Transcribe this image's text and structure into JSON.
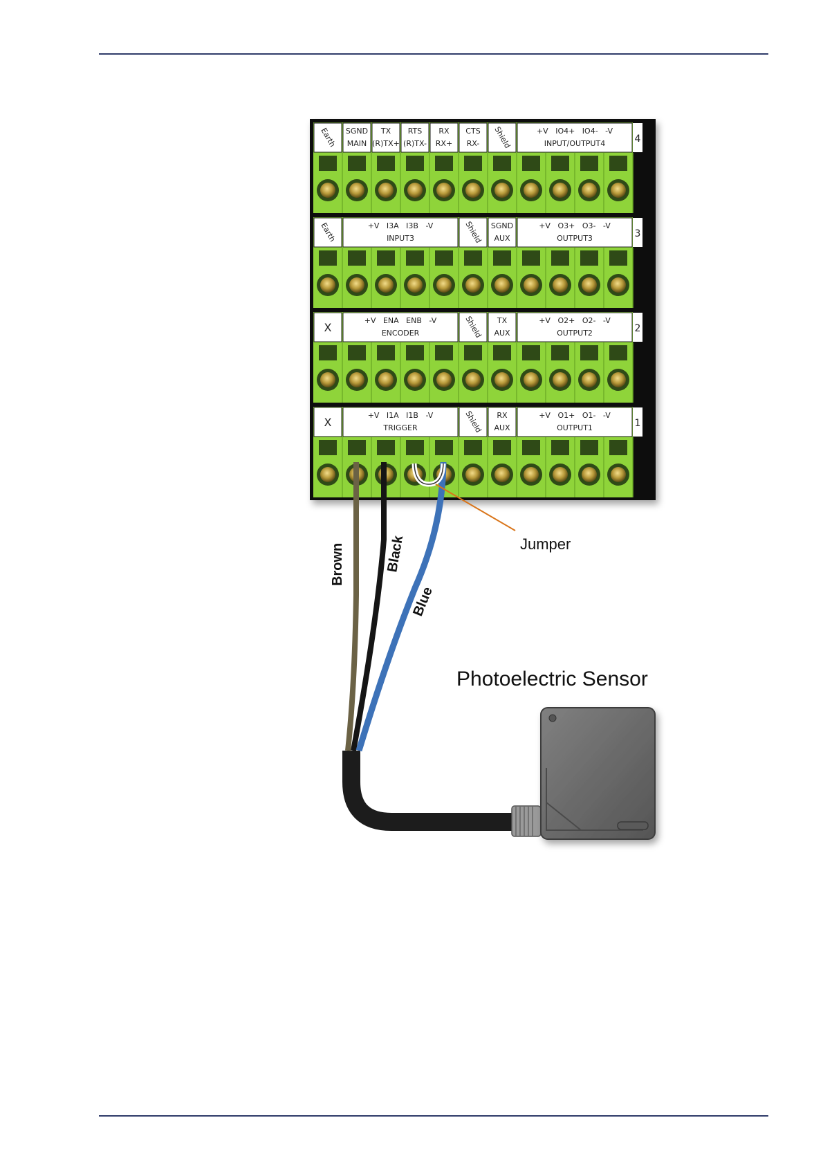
{
  "diagram": {
    "rows": [
      {
        "row_number": "4",
        "cells": [
          {
            "lines": [
              "Earth"
            ],
            "span": 1,
            "rotated": true
          },
          {
            "lines": [
              "SGND",
              "MAIN"
            ],
            "span": 1
          },
          {
            "lines": [
              "TX",
              "(R)TX+"
            ],
            "span": 1
          },
          {
            "lines": [
              "RTS",
              "(R)TX-"
            ],
            "span": 1
          },
          {
            "lines": [
              "RX",
              "RX+"
            ],
            "span": 1
          },
          {
            "lines": [
              "CTS",
              "RX-"
            ],
            "span": 1
          },
          {
            "lines": [
              "Shield"
            ],
            "span": 1,
            "rotated": true
          },
          {
            "lines": [
              "+V   IO4+   IO4-   -V",
              "INPUT/OUTPUT4"
            ],
            "span": 4
          }
        ]
      },
      {
        "row_number": "3",
        "cells": [
          {
            "lines": [
              "Earth"
            ],
            "span": 1,
            "rotated": true
          },
          {
            "lines": [
              "+V   I3A   I3B   -V",
              "INPUT3"
            ],
            "span": 4
          },
          {
            "lines": [
              "Shield"
            ],
            "span": 1,
            "rotated": true
          },
          {
            "lines": [
              "SGND",
              "AUX"
            ],
            "span": 1
          },
          {
            "lines": [
              "+V   O3+   O3-   -V",
              "OUTPUT3"
            ],
            "span": 4
          }
        ]
      },
      {
        "row_number": "2",
        "cells": [
          {
            "lines": [
              "X"
            ],
            "span": 1
          },
          {
            "lines": [
              "+V   ENA   ENB   -V",
              "ENCODER"
            ],
            "span": 4
          },
          {
            "lines": [
              "Shield"
            ],
            "span": 1,
            "rotated": true
          },
          {
            "lines": [
              "TX",
              "AUX"
            ],
            "span": 1
          },
          {
            "lines": [
              "+V   O2+   O2-   -V",
              "OUTPUT2"
            ],
            "span": 4
          }
        ]
      },
      {
        "row_number": "1",
        "cells": [
          {
            "lines": [
              "X"
            ],
            "span": 1
          },
          {
            "lines": [
              "+V   I1A   I1B   -V",
              "TRIGGER"
            ],
            "span": 4
          },
          {
            "lines": [
              "Shield"
            ],
            "span": 1,
            "rotated": true
          },
          {
            "lines": [
              "RX",
              "AUX"
            ],
            "span": 1
          },
          {
            "lines": [
              "+V   O1+   O1-   -V",
              "OUTPUT1"
            ],
            "span": 4
          }
        ]
      }
    ],
    "wires": [
      {
        "label": "Brown",
        "color": "#6b6245"
      },
      {
        "label": "Black",
        "color": "#151515"
      },
      {
        "label": "Blue",
        "color": "#3d72b8"
      }
    ],
    "jumper_label": "Jumper",
    "sensor_label": "Photoelectric Sensor",
    "colors": {
      "terminal_green": "#8fd43a",
      "terminal_dark_green": "#2f4a17",
      "screw_gold": "#b89a3a",
      "rule": "#2f3b69",
      "jumper_line": "#d9751a",
      "sensor_body": "#6c6c6c"
    }
  }
}
